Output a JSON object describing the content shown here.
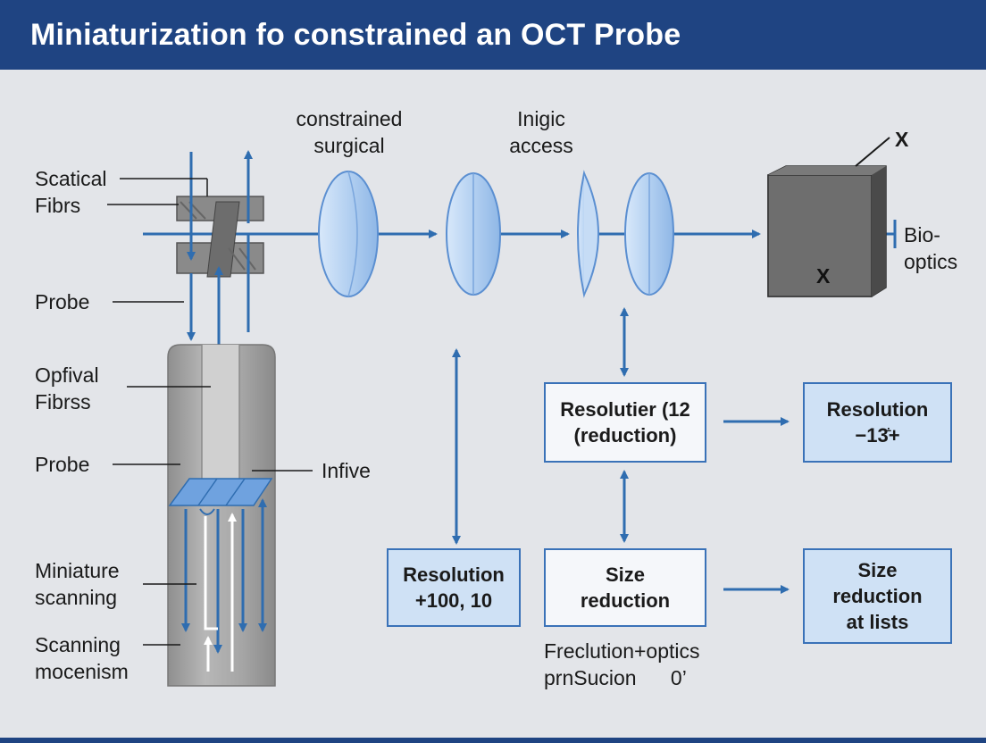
{
  "title": "Miniaturization fo constrained an OCT Probe",
  "top_labels": {
    "constrained": "constrained\nsurgical",
    "inigic": "Inigic\naccess"
  },
  "left_labels": {
    "scatical": "Scatical",
    "fibrs": "Fibrs",
    "probe_top": "Probe",
    "opfival": "Opfival\nFibrss",
    "probe_mid": "Probe",
    "infive": "Infive",
    "miniature": "Miniature\nscanning",
    "scanning": "Scanning\nmocenism"
  },
  "right_labels": {
    "x_top": "X",
    "x_box": "X",
    "bio": "Bio-\noptics"
  },
  "boxes": {
    "resolutier": "Resolutier (12\n(reduction)",
    "resolution_right": "Resolution\n−13ꜙ+",
    "resolution_left": "Resolution\n+100, 10",
    "size_reduction": "Size\nreduction",
    "size_reduction_lists": "Size\nreduction\nat lists"
  },
  "bottom_note": "Freclution+optics\nprnSucion      0’",
  "colors": {
    "header": "#1f4482",
    "arrow": "#2f6db0",
    "lens": "#a9c9ee",
    "box_blue": "#cfe1f5",
    "probe_gray": "#9a9a9a",
    "block_gray": "#6b6b6b"
  }
}
